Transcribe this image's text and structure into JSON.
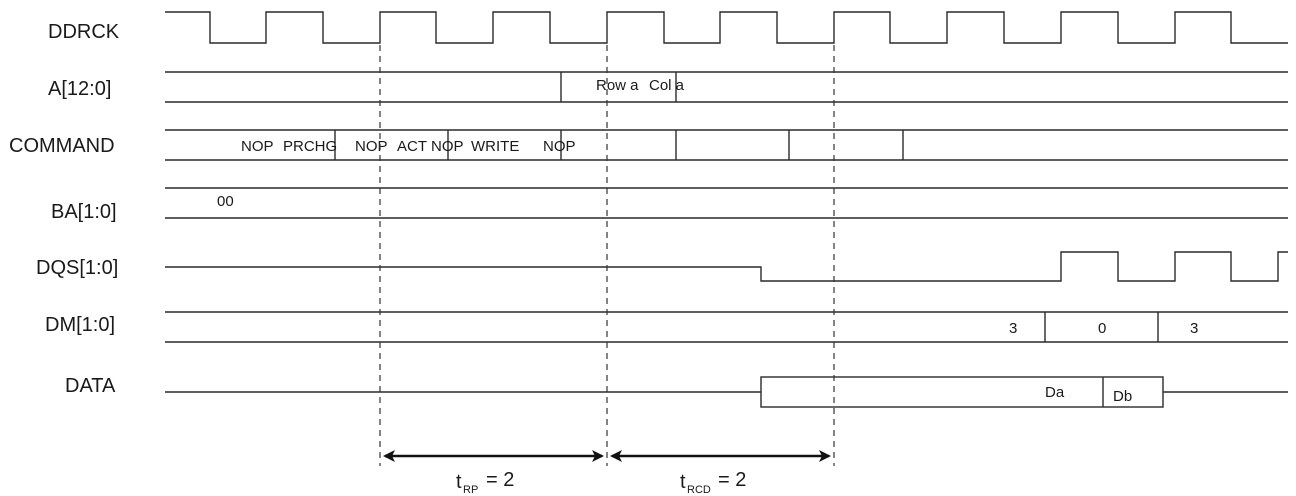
{
  "signals": {
    "ddrck": "DDRCK",
    "a": "A[12:0]",
    "command": "COMMAND",
    "ba": "BA[1:0]",
    "dqs": "DQS[1:0]",
    "dm": "DM[1:0]",
    "data": "DATA"
  },
  "values": {
    "a_row": "Row a",
    "a_col": "Col a",
    "cmd_nop1": "NOP",
    "cmd_prchg": "PRCHG",
    "cmd_nop2": "NOP",
    "cmd_act": "ACT",
    "cmd_nop3": "NOP",
    "cmd_write": "WRITE",
    "cmd_nop4": "NOP",
    "ba_val": "00",
    "dm_3a": "3",
    "dm_0": "0",
    "dm_3b": "3",
    "data_da": "Da",
    "data_db": "Db"
  },
  "timing": {
    "trp": {
      "t": "t",
      "sub": "RP",
      "eq": "= 2"
    },
    "trcd": {
      "t": "t",
      "sub": "RCD",
      "eq": "= 2"
    }
  }
}
